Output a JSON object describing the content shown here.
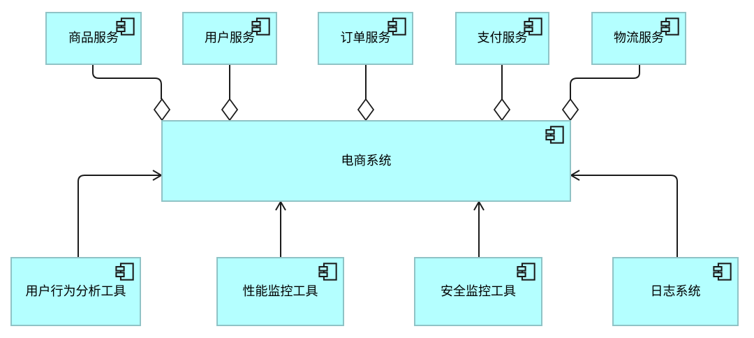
{
  "diagram_type": "uml-component-diagram",
  "colors": {
    "node_fill": "#B4FFFF",
    "node_border": "#8FC3C6",
    "line": "#1b1b1b",
    "text": "#000000",
    "background": "#ffffff"
  },
  "nodes": {
    "product_service": {
      "label": "商品服务",
      "icon": "component-icon"
    },
    "user_service": {
      "label": "用户服务",
      "icon": "component-icon"
    },
    "order_service": {
      "label": "订单服务",
      "icon": "component-icon"
    },
    "payment_service": {
      "label": "支付服务",
      "icon": "component-icon"
    },
    "logistics_service": {
      "label": "物流服务",
      "icon": "component-icon"
    },
    "ecommerce_system": {
      "label": "电商系统",
      "icon": "component-icon"
    },
    "behavior_tool": {
      "label": "用户行为分析工具",
      "icon": "component-icon"
    },
    "performance_tool": {
      "label": "性能监控工具",
      "icon": "component-icon"
    },
    "security_tool": {
      "label": "安全监控工具",
      "icon": "component-icon"
    },
    "log_system": {
      "label": "日志系统",
      "icon": "component-icon"
    }
  },
  "edges": [
    {
      "from": "product_service",
      "to": "ecommerce_system",
      "type": "aggregation-diamond"
    },
    {
      "from": "user_service",
      "to": "ecommerce_system",
      "type": "aggregation-diamond"
    },
    {
      "from": "order_service",
      "to": "ecommerce_system",
      "type": "aggregation-diamond"
    },
    {
      "from": "payment_service",
      "to": "ecommerce_system",
      "type": "aggregation-diamond"
    },
    {
      "from": "logistics_service",
      "to": "ecommerce_system",
      "type": "aggregation-diamond"
    },
    {
      "from": "behavior_tool",
      "to": "ecommerce_system",
      "type": "arrow"
    },
    {
      "from": "performance_tool",
      "to": "ecommerce_system",
      "type": "arrow"
    },
    {
      "from": "security_tool",
      "to": "ecommerce_system",
      "type": "arrow"
    },
    {
      "from": "log_system",
      "to": "ecommerce_system",
      "type": "arrow"
    }
  ]
}
